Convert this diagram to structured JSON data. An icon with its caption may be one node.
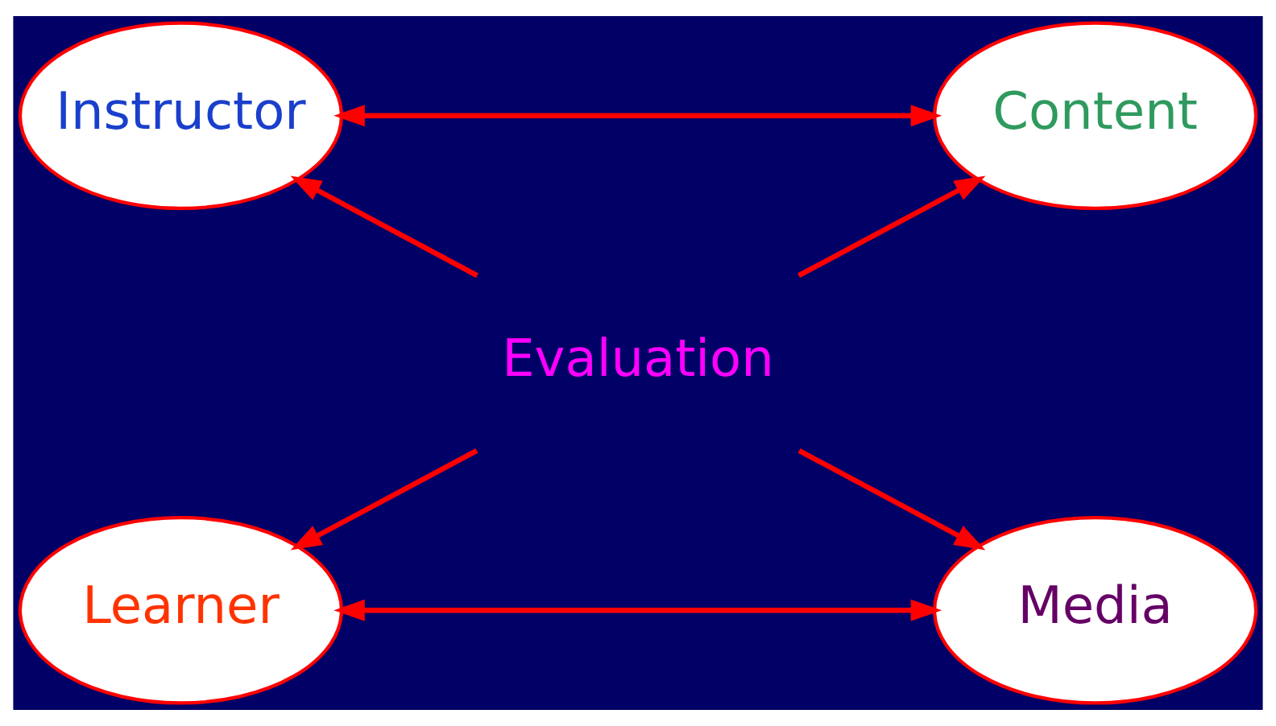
{
  "diagram": {
    "nodes": [
      {
        "text": [
          "Instructor"
        ]
      },
      {
        "text": [
          "Content"
        ]
      },
      {
        "text": [
          "Evaluation"
        ]
      },
      {
        "text": [
          "Learner"
        ]
      },
      {
        "text": [
          "Media"
        ]
      }
    ],
    "edges": [
      {
        "from": 0,
        "to": 1,
        "arrow": "both"
      },
      {
        "from": 2,
        "to": 0,
        "arrow": "to"
      },
      {
        "from": 2,
        "to": 1,
        "arrow": "to"
      },
      {
        "from": 2,
        "to": 3,
        "arrow": "to"
      },
      {
        "from": 2,
        "to": 4,
        "arrow": "to"
      },
      {
        "from": 3,
        "to": 4,
        "arrow": "both"
      }
    ]
  }
}
